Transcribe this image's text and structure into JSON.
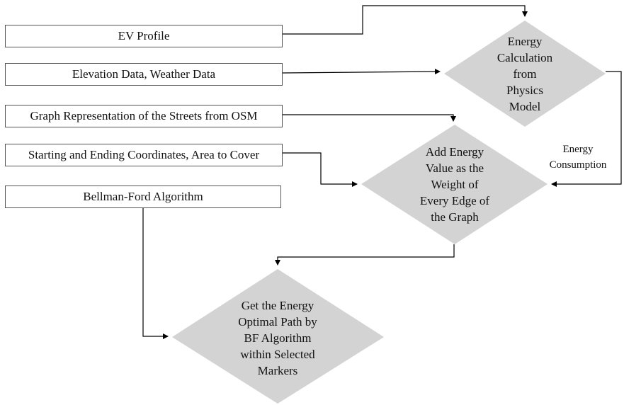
{
  "inputs": {
    "ev_profile": "EV Profile",
    "elevation_weather": "Elevation Data, Weather Data",
    "graph_osm": "Graph Representation of the Streets from OSM",
    "coordinates_area": "Starting and Ending Coordinates, Area to Cover",
    "bellman_ford": "Bellman-Ford Algorithm"
  },
  "decisions": {
    "energy_calc": "Energy\nCalculation\nfrom\nPhysics\nModel",
    "add_energy": "Add Energy\nValue as the\nWeight of\nEvery Edge of\nthe Graph",
    "optimal_path": "Get the Energy\nOptimal Path by\nBF Algorithm\nwithin Selected\nMarkers"
  },
  "edge_labels": {
    "energy_consumption": "Energy\nConsumption"
  },
  "colors": {
    "diamond_fill": "#d3d3d3",
    "line": "#000000",
    "box_border": "#555555"
  }
}
